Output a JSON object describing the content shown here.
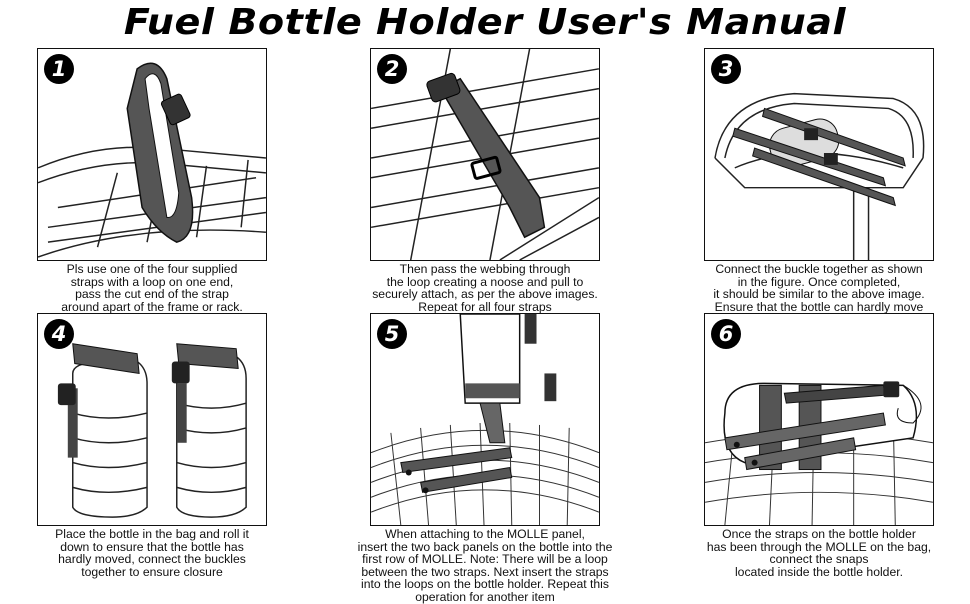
{
  "title": "Fuel Bottle Holder User's Manual",
  "steps": [
    {
      "number": "1",
      "caption": [
        "Pls use one of the four supplied",
        "straps with a loop on one end,",
        "pass the cut end of the strap",
        "around apart of the frame or rack."
      ]
    },
    {
      "number": "2",
      "caption": [
        "Then pass the webbing through",
        "the loop creating a noose and pull to",
        "securely attach, as per the above images.",
        "Repeat for all four straps"
      ]
    },
    {
      "number": "3",
      "caption": [
        "Connect the buckle together as shown",
        "in the figure. Once completed,",
        "it should be similar to the above image.",
        "Ensure that the bottle can hardly move"
      ]
    },
    {
      "number": "4",
      "caption": [
        "Place the bottle in the bag and roll it",
        "down to ensure that the bottle has",
        "hardly moved, connect the buckles",
        "together to ensure closure"
      ]
    },
    {
      "number": "5",
      "caption": [
        "When attaching to the MOLLE panel,",
        "insert the two back panels on the bottle into the",
        "first row of MOLLE. Note: There will be a loop",
        "between the two straps. Next insert the straps",
        "into the loops on the bottle holder. Repeat this",
        "operation for another item"
      ]
    },
    {
      "number": "6",
      "caption": [
        "Once the straps on the bottle holder",
        "has been through the MOLLE on the bag,",
        "connect the snaps",
        "located inside the bottle holder."
      ]
    }
  ]
}
